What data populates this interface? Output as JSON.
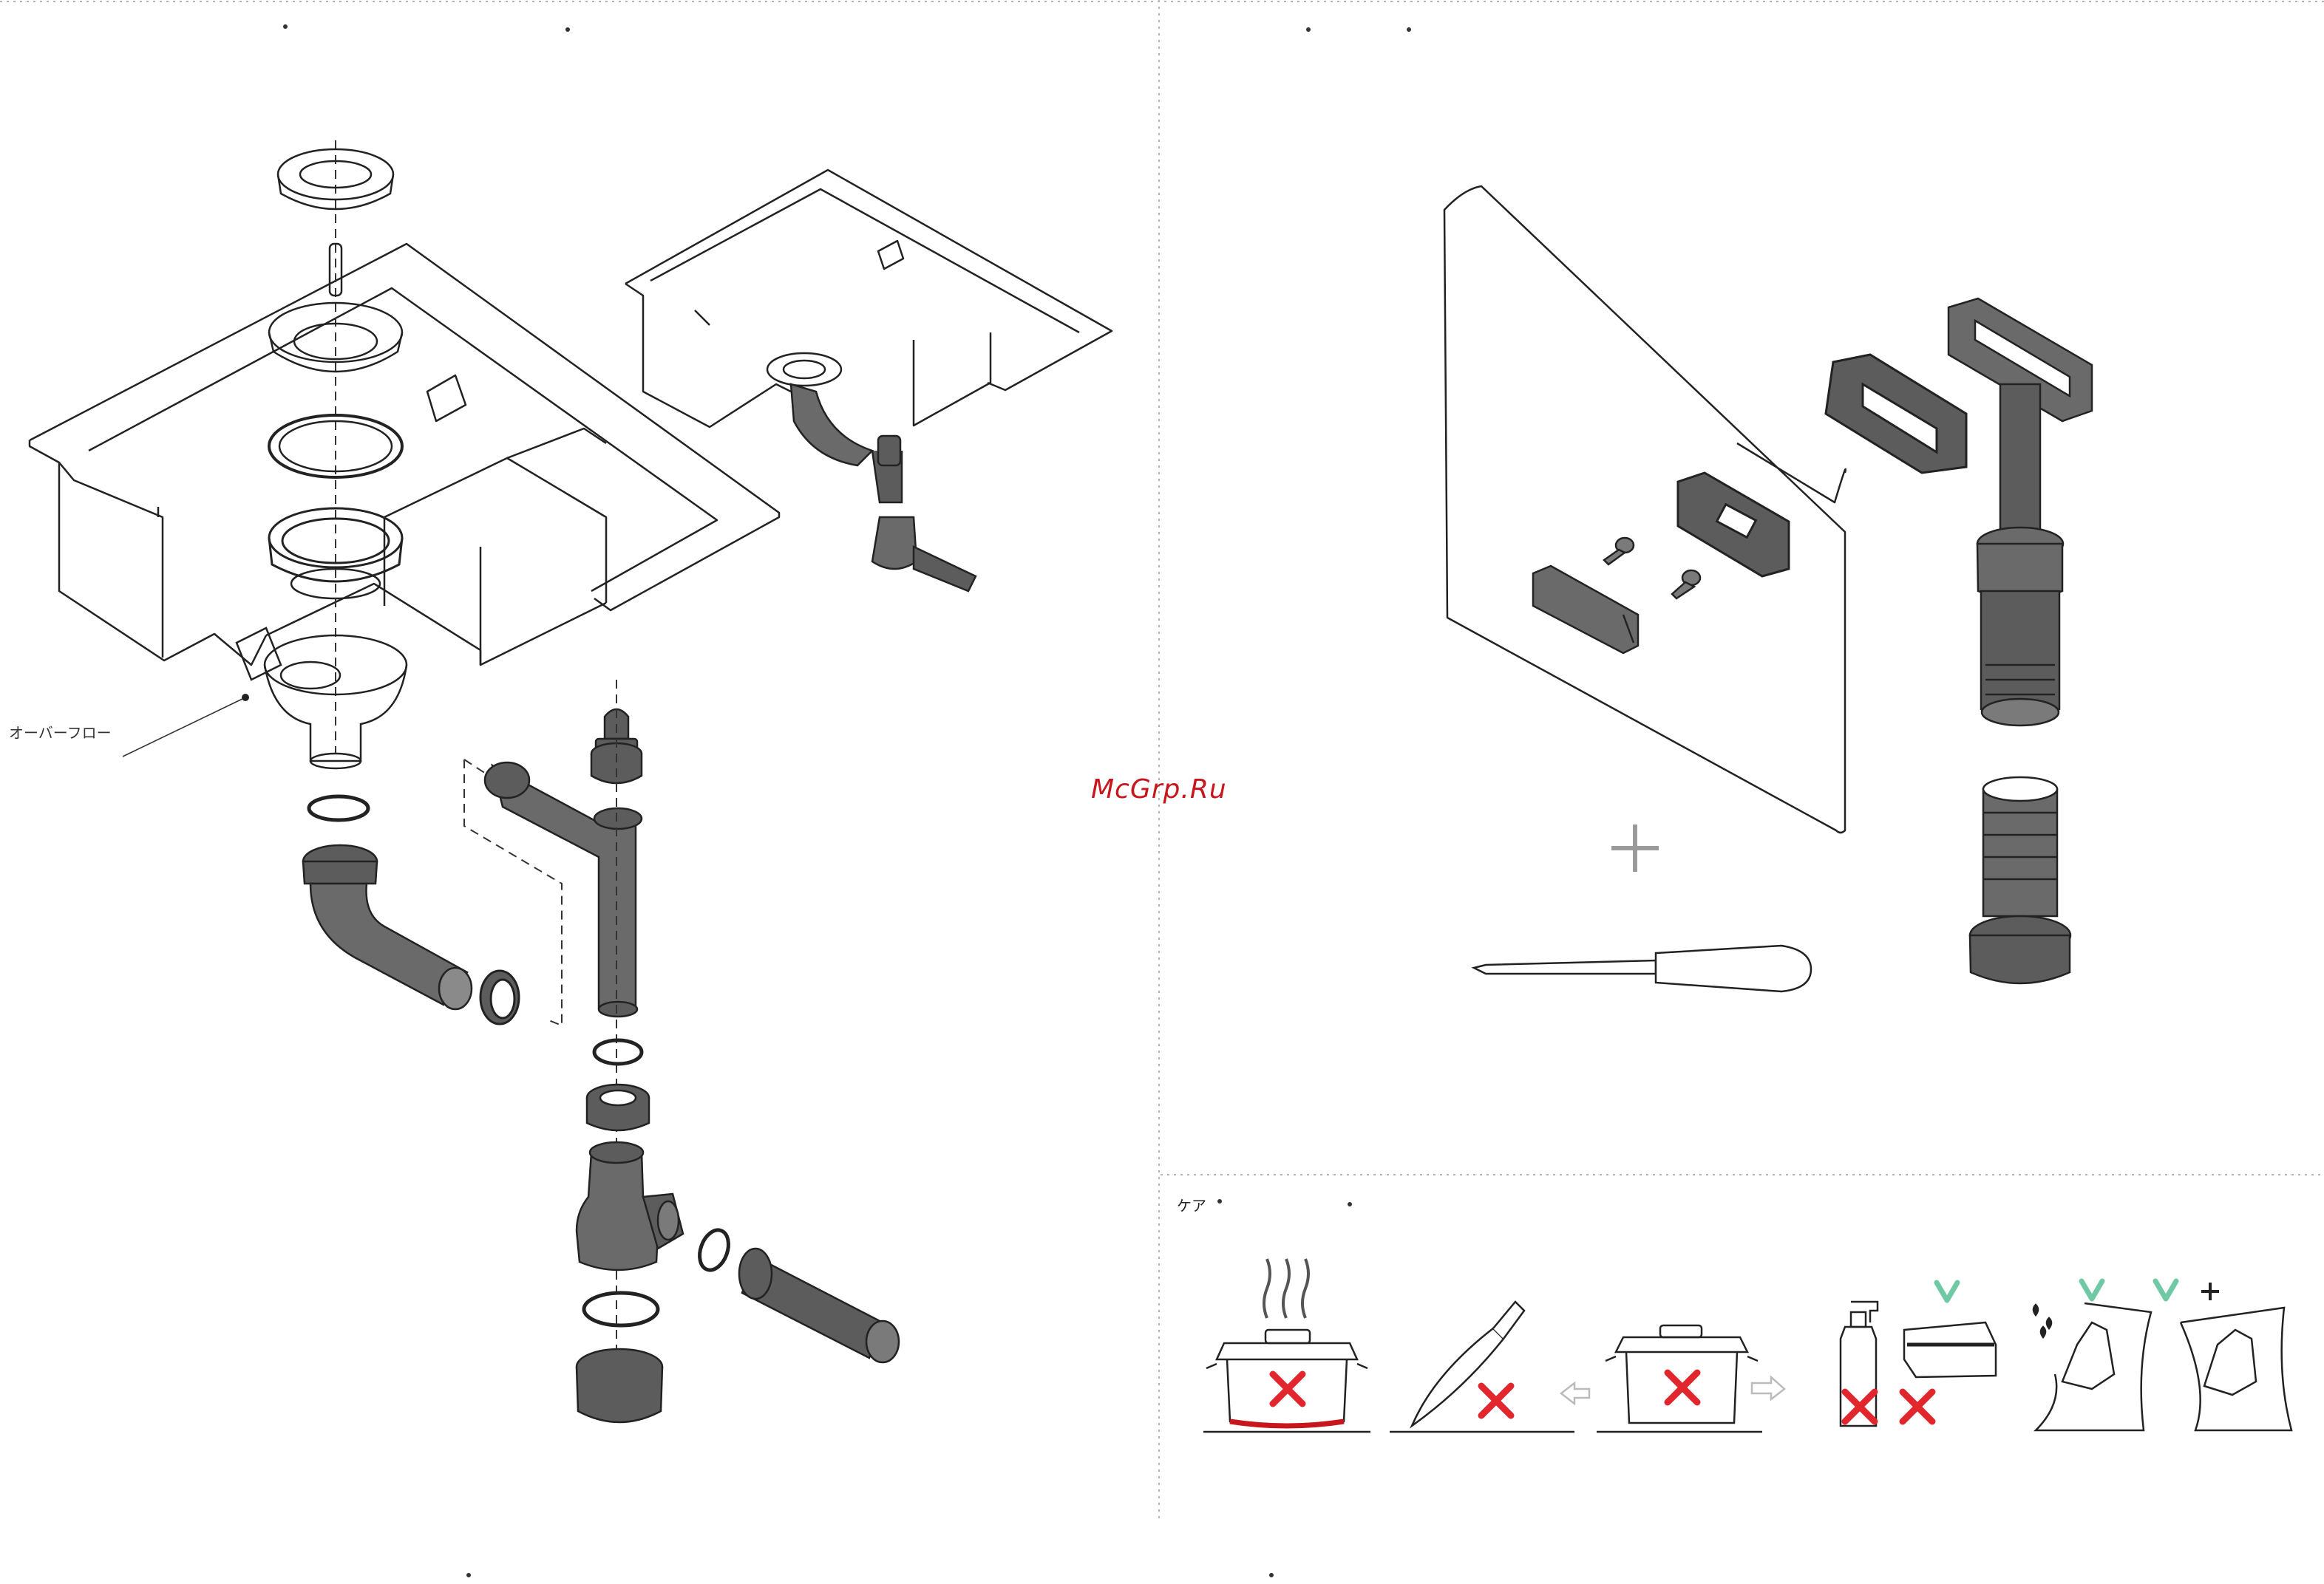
{
  "labels": {
    "overflow": "オーバーフロー",
    "care": "ケア"
  },
  "watermark": "McGrp.Ru",
  "colors": {
    "line": "#222222",
    "part_dark": "#5c5c5c",
    "part_mid": "#7a7a7a",
    "cross": "#e1262d",
    "check": "#6fc9a5",
    "heat": "#c8161d",
    "divider": "#b5b5b5"
  },
  "icons": {
    "tools": [
      "plus-icon",
      "screwdriver-icon"
    ],
    "care_steps": [
      {
        "name": "hot-pot-on-sink",
        "status": "not-allowed"
      },
      {
        "name": "knife-on-sink",
        "status": "not-allowed"
      },
      {
        "name": "sliding-pot-on-sink",
        "status": "not-allowed"
      },
      {
        "name": "abrasive-cleaner-and-sponge",
        "status": "not-allowed"
      },
      {
        "name": "wet-cloth-wipe",
        "status": "allowed"
      },
      {
        "name": "dry-cloth-polish",
        "status": "allowed"
      }
    ]
  }
}
